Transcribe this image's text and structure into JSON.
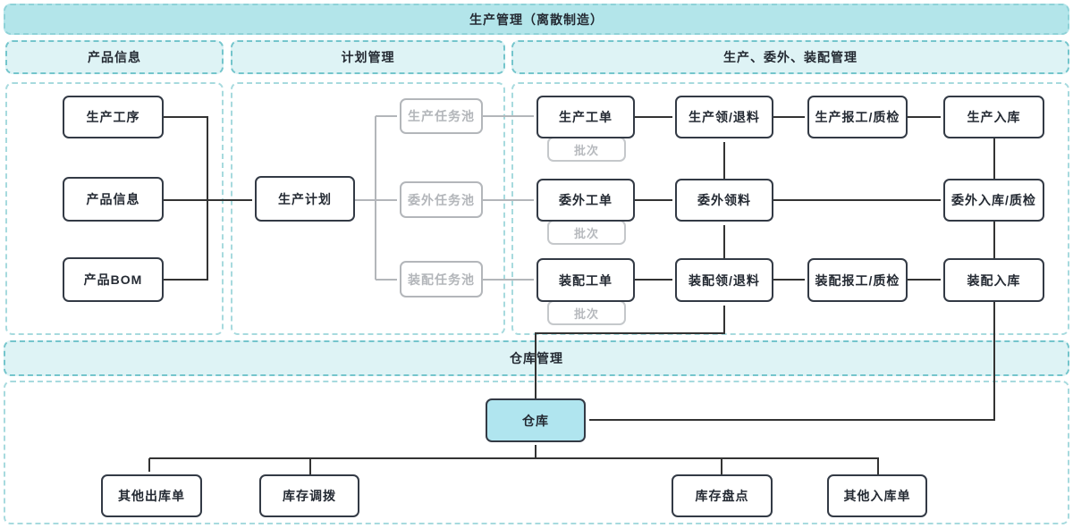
{
  "banner": {
    "title": "生产管理（离散制造）"
  },
  "sections": {
    "product_info": {
      "title": "产品信息"
    },
    "plan_mgmt": {
      "title": "计划管理"
    },
    "production_mgmt": {
      "title": "生产、委外、装配管理"
    },
    "warehouse_mgmt": {
      "title": "仓库管理"
    }
  },
  "nodes": {
    "production_process": {
      "label": "生产工序"
    },
    "product_info": {
      "label": "产品信息"
    },
    "product_bom": {
      "label": "产品BOM"
    },
    "production_plan": {
      "label": "生产计划"
    },
    "production_task_pool": {
      "label": "生产任务池"
    },
    "outsource_task_pool": {
      "label": "委外任务池"
    },
    "assembly_task_pool": {
      "label": "装配任务池"
    },
    "production_order": {
      "label": "生产工单"
    },
    "production_batch": {
      "label": "批次"
    },
    "production_issue_return": {
      "label": "生产领/退料"
    },
    "production_report_qc": {
      "label": "生产报工/质检"
    },
    "production_inbound": {
      "label": "生产入库"
    },
    "outsource_order": {
      "label": "委外工单"
    },
    "outsource_batch": {
      "label": "批次"
    },
    "outsource_issue": {
      "label": "委外领料"
    },
    "outsource_inbound_qc": {
      "label": "委外入库/质检"
    },
    "assembly_order": {
      "label": "装配工单"
    },
    "assembly_batch": {
      "label": "批次"
    },
    "assembly_issue_return": {
      "label": "装配领/退料"
    },
    "assembly_report_qc": {
      "label": "装配报工/质检"
    },
    "assembly_inbound": {
      "label": "装配入库"
    },
    "warehouse": {
      "label": "仓库"
    },
    "other_outbound": {
      "label": "其他出库单"
    },
    "stock_transfer": {
      "label": "库存调拨"
    },
    "stock_count": {
      "label": "库存盘点"
    },
    "other_inbound": {
      "label": "其他入库单"
    }
  },
  "colors": {
    "banner_fill": "#b3e5ea",
    "banner_dash": "#8fd2d8",
    "header_fill": "#def3f5",
    "header_dash": "#74c5cc",
    "body_dash": "#a7dade",
    "warehouse_fill": "#b0e5ef",
    "node_border": "#333a45",
    "line_dark": "#333333",
    "gray": "#b3b6ba",
    "text_dark": "#242a33"
  }
}
